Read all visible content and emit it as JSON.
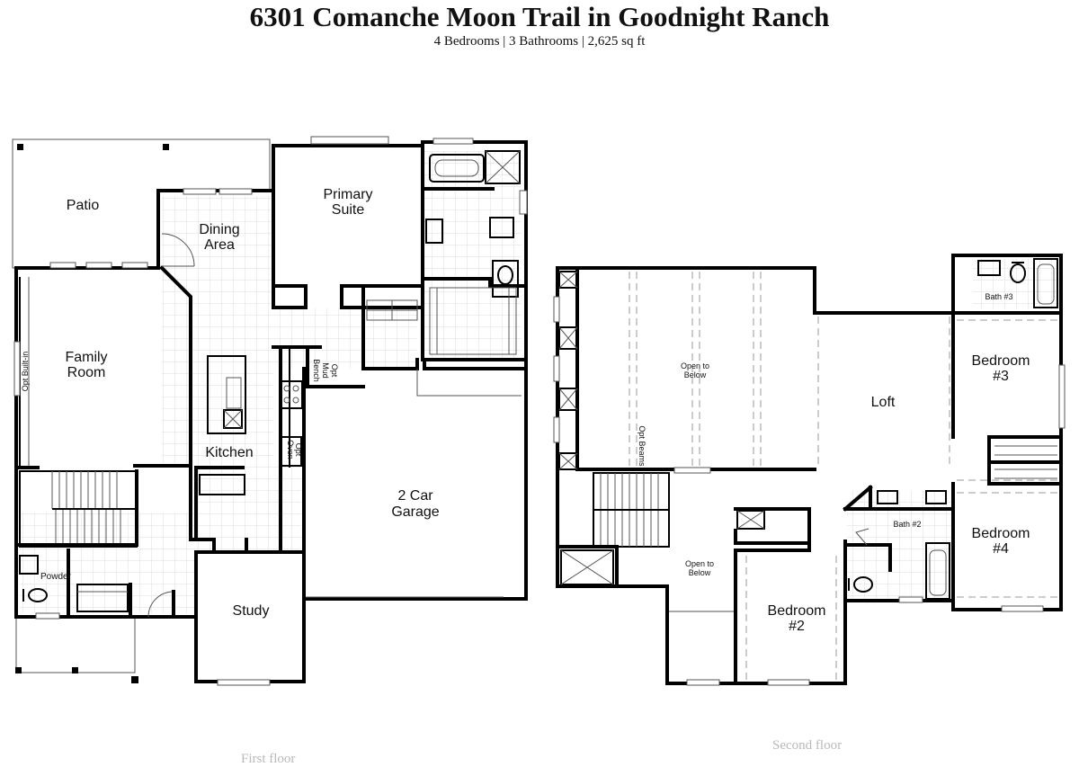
{
  "header": {
    "title": "6301 Comanche Moon Trail in Goodnight Ranch",
    "subtitle": "4 Bedrooms | 3 Bathrooms | 2,625 sq ft"
  },
  "first_floor": {
    "caption": "First floor",
    "rooms": {
      "patio": "Patio",
      "dining": [
        "Dining",
        "Area"
      ],
      "primary": [
        "Primary",
        "Suite"
      ],
      "family": [
        "Family",
        "Room"
      ],
      "kitchen": "Kitchen",
      "garage": [
        "2 Car",
        "Garage"
      ],
      "study": "Study",
      "powder": "Powder"
    },
    "notes": {
      "built_in": "Opt Built-in",
      "mud_bench": [
        "Opt",
        "Mud",
        "Bench"
      ],
      "oven": [
        "Opt",
        "Oven"
      ]
    }
  },
  "second_floor": {
    "caption": "Second floor",
    "rooms": {
      "open_below_1": [
        "Open to",
        "Below"
      ],
      "open_below_2": [
        "Open to",
        "Below"
      ],
      "loft": "Loft",
      "bedroom3": [
        "Bedroom",
        "#3"
      ],
      "bedroom4": [
        "Bedroom",
        "#4"
      ],
      "bedroom2": [
        "Bedroom",
        "#2"
      ],
      "bath2": "Bath #2",
      "bath3": "Bath #3"
    },
    "notes": {
      "beams": "Opt Beams"
    }
  }
}
